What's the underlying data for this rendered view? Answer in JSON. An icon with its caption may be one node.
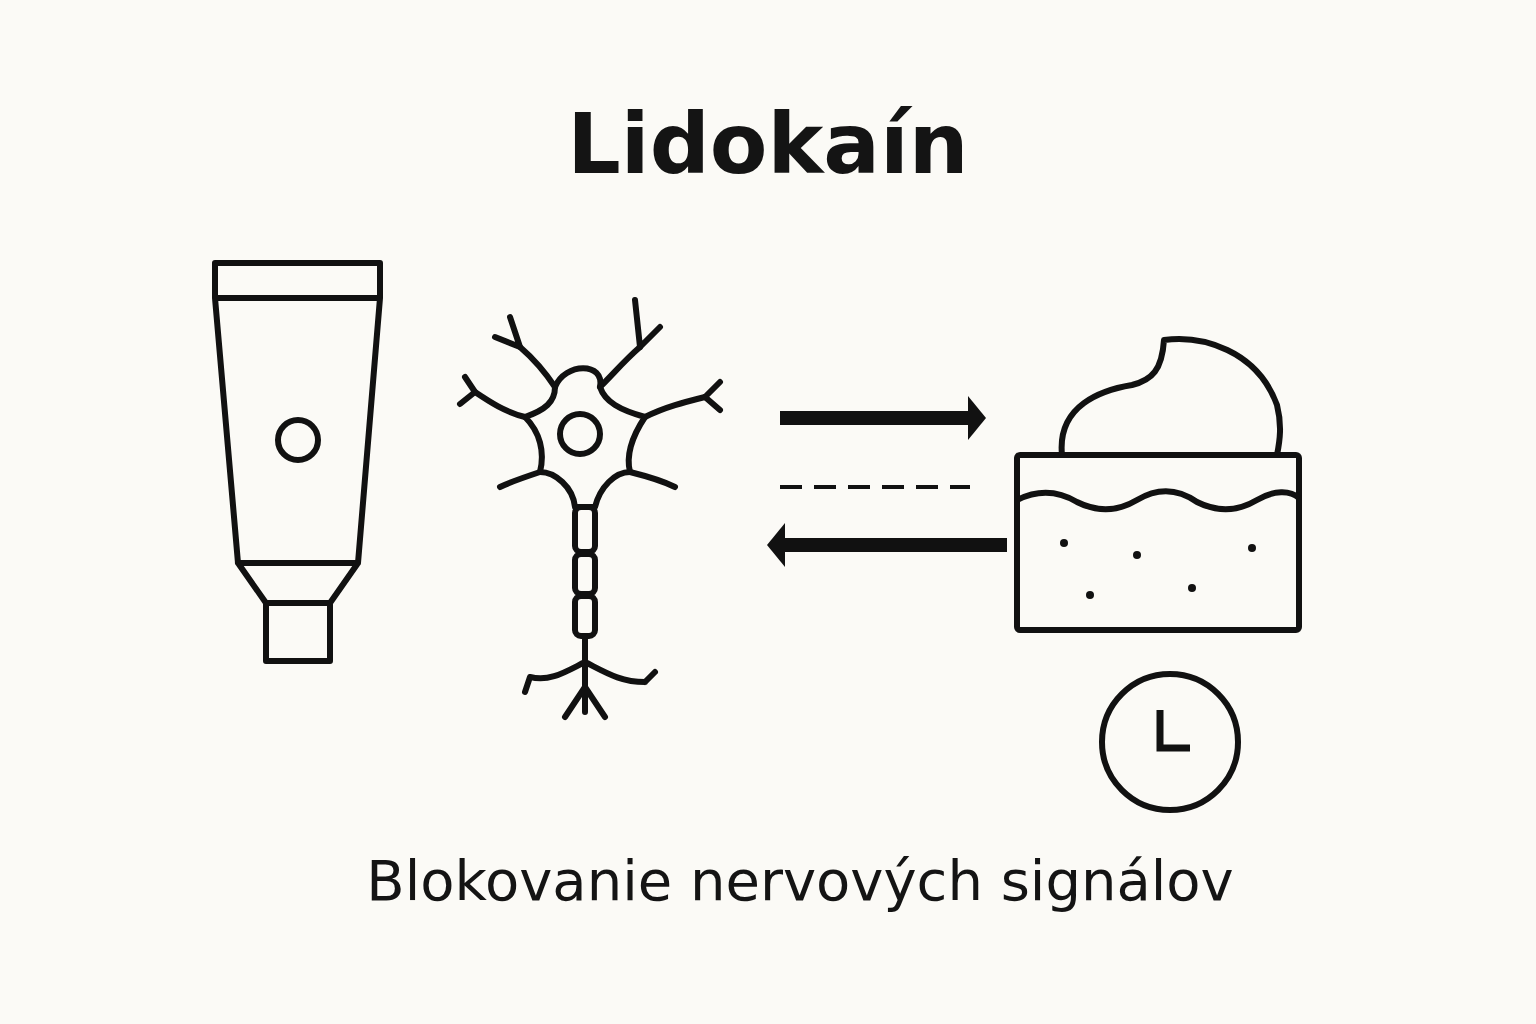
{
  "diagram": {
    "title": "Lidokaín",
    "caption": "Blokovanie nervových signálov",
    "nodes": [
      {
        "text": [],
        "shape": "picture"
      },
      {
        "text": [],
        "shape": "picture"
      }
    ],
    "edges": [
      {
        "from": 0,
        "to": 1,
        "arrow": "to"
      },
      {
        "from": 0,
        "to": 1,
        "arrow": "none",
        "style": "dashed"
      },
      {
        "from": 1,
        "to": 0,
        "arrow": "to"
      }
    ]
  }
}
